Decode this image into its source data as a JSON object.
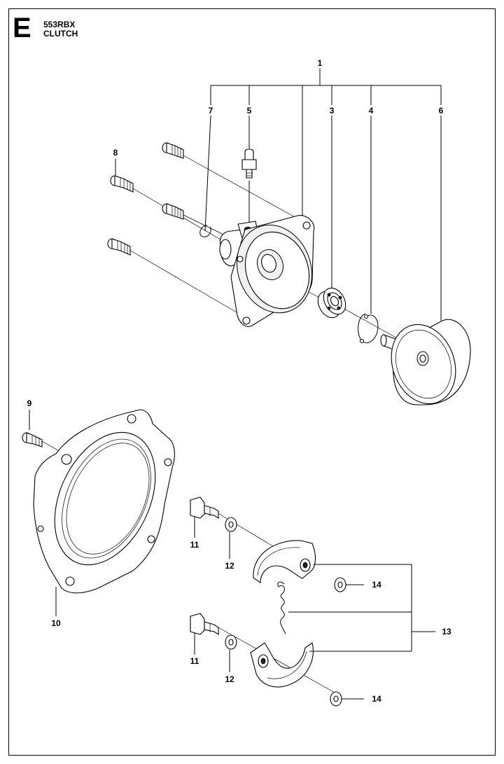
{
  "header": {
    "section_letter": "E",
    "model": "553RBX",
    "title": "CLUTCH"
  },
  "callouts": [
    "1",
    "7",
    "5",
    "3",
    "4",
    "6",
    "8",
    "9",
    "10",
    "11",
    "12",
    "14",
    "13",
    "11",
    "12",
    "14"
  ]
}
